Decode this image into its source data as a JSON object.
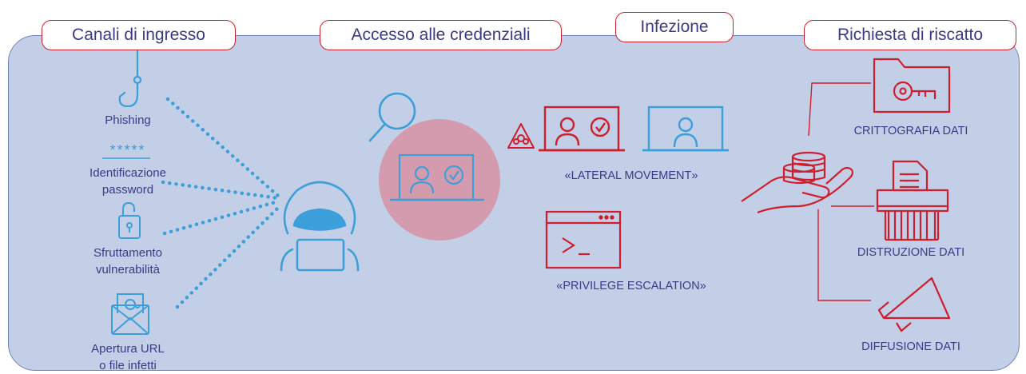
{
  "colors": {
    "panel": "#c2cfe6",
    "panel_border": "#6f84b8",
    "blue": "#3d9fd9",
    "red": "#d01e2e",
    "text": "#3b3a86",
    "pink_circle": "#d49aad"
  },
  "stages": [
    {
      "title": "Canali di ingresso"
    },
    {
      "title": "Accesso alle credenziali"
    },
    {
      "title": "Infezione"
    },
    {
      "title": "Richiesta di riscatto"
    }
  ],
  "entry_channels": [
    {
      "label": "Phishing",
      "icon": "fishhook-icon"
    },
    {
      "label_line1": "Identificazione",
      "label_line2": "password",
      "masked": "*****",
      "icon": "password-mask-icon"
    },
    {
      "label_line1": "Sfruttamento",
      "label_line2": "vulnerabilità",
      "icon": "padlock-icon"
    },
    {
      "label_line1": "Apertura URL",
      "label_line2": "o file infetti",
      "icon": "email-at-icon"
    }
  ],
  "infection": {
    "lateral_movement": "«LATERAL MOVEMENT»",
    "privilege_escalation": "«PRIVILEGE ESCALATION»"
  },
  "ransom": [
    {
      "label": "CRITTOGRAFIA DATI",
      "icon": "folder-key-icon"
    },
    {
      "label": "DISTRUZIONE DATI",
      "icon": "shredder-icon"
    },
    {
      "label": "DIFFUSIONE DATI",
      "icon": "megaphone-icon"
    }
  ]
}
